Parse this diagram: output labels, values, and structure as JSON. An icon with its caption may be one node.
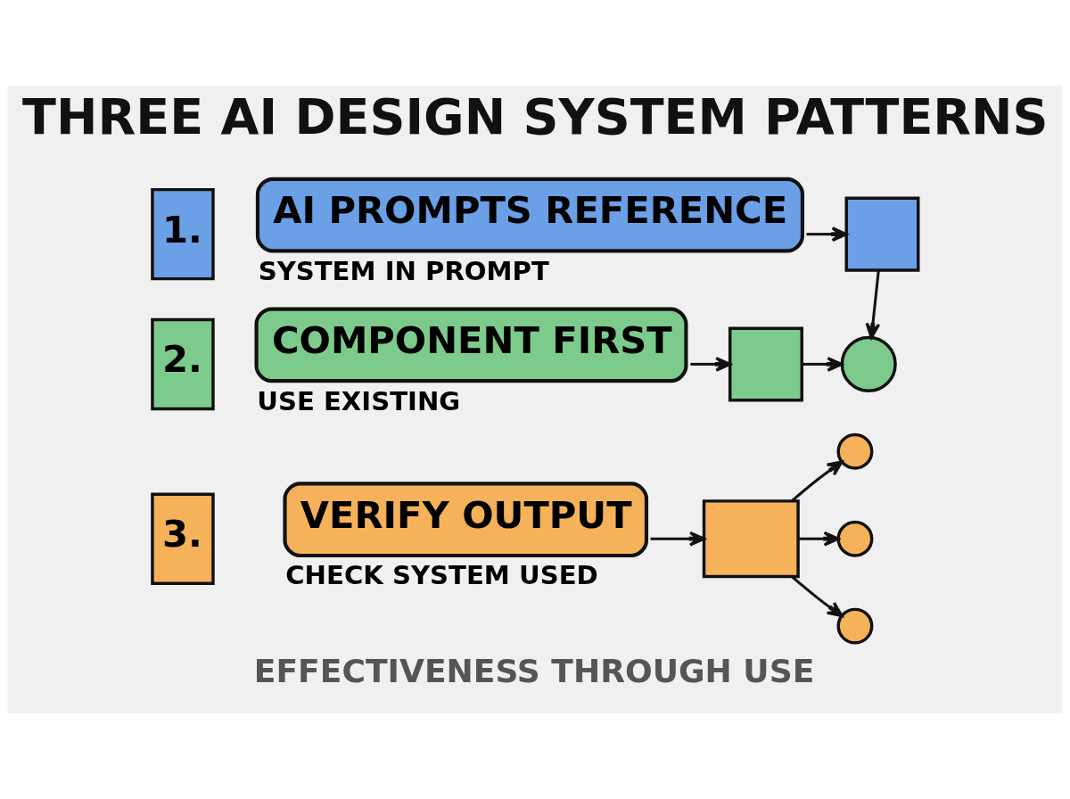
{
  "diagram": {
    "title": "THREE AI DESIGN SYSTEM PATTERNS",
    "caption": "EFFECTIVENESS THROUGH USE",
    "nodes": [
      {
        "text": [
          "1."
        ]
      },
      {
        "text": [
          "AI PROMPTS REFERENCE"
        ],
        "beside": [
          "SYSTEM IN PROMPT"
        ]
      },
      {
        "text": [],
        "shape": "box"
      },
      {
        "text": [
          "2."
        ]
      },
      {
        "text": [
          "COMPONENT FIRST"
        ],
        "beside": [
          "USE EXISTING"
        ]
      },
      {
        "text": [],
        "shape": "box"
      },
      {
        "text": [],
        "shape": "circle"
      },
      {
        "text": [
          "3."
        ]
      },
      {
        "text": [
          "VERIFY OUTPUT"
        ],
        "beside": [
          "CHECK SYSTEM USED"
        ]
      },
      {
        "text": [],
        "shape": "box"
      },
      {
        "text": [],
        "shape": "circle"
      },
      {
        "text": [],
        "shape": "circle"
      },
      {
        "text": [],
        "shape": "circle"
      }
    ],
    "edges": [
      {
        "from": 1,
        "to": 2,
        "arrow": "to"
      },
      {
        "from": 2,
        "to": 6,
        "arrow": "to"
      },
      {
        "from": 4,
        "to": 5,
        "arrow": "to"
      },
      {
        "from": 5,
        "to": 6,
        "arrow": "to"
      },
      {
        "from": 8,
        "to": 9,
        "arrow": "to"
      },
      {
        "from": 9,
        "to": 10,
        "arrow": "to"
      },
      {
        "from": 9,
        "to": 11,
        "arrow": "to"
      },
      {
        "from": 9,
        "to": 12,
        "arrow": "to"
      }
    ]
  }
}
